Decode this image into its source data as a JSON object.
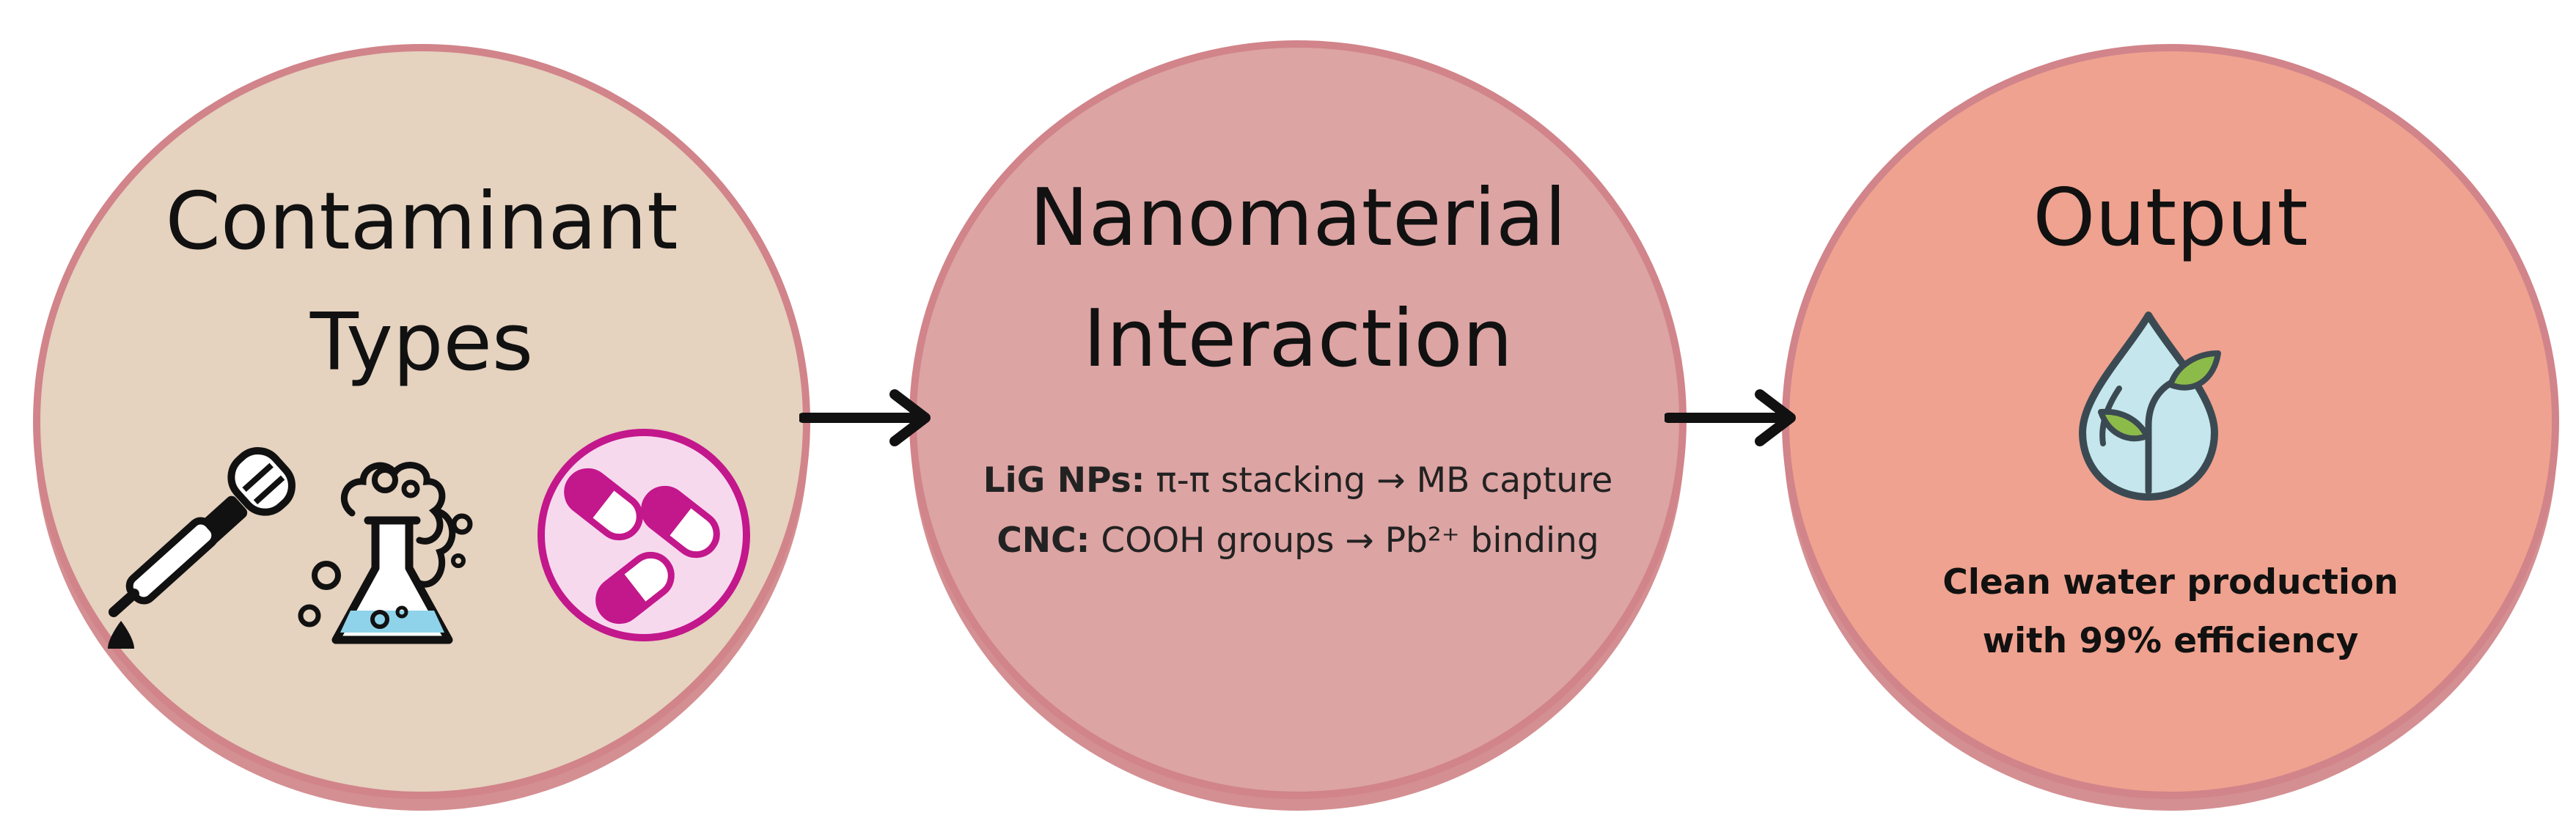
{
  "steps": [
    {
      "title_line1": "Contaminant",
      "title_line2": "Types",
      "icons": [
        "dropper-icon",
        "chemical-flask-icon",
        "pills-icon"
      ]
    },
    {
      "title_line1": "Nanomaterial",
      "title_line2": "Interaction",
      "details": [
        {
          "label": "LiG NPs:",
          "text": " π-π stacking → MB capture"
        },
        {
          "label": "CNC:",
          "text": " COOH groups → Pb²⁺ binding"
        }
      ]
    },
    {
      "title": "Output",
      "icon": "water-drop-plant-icon",
      "desc_line1": "Clean water production",
      "desc_line2": "with 99% efficiency"
    }
  ],
  "colors": {
    "circle_1": "#e5d2bf",
    "circle_2": "#dca4a3",
    "circle_3": "#efa28f",
    "border": "#d1848a",
    "accent_magenta": "#c3178c"
  }
}
